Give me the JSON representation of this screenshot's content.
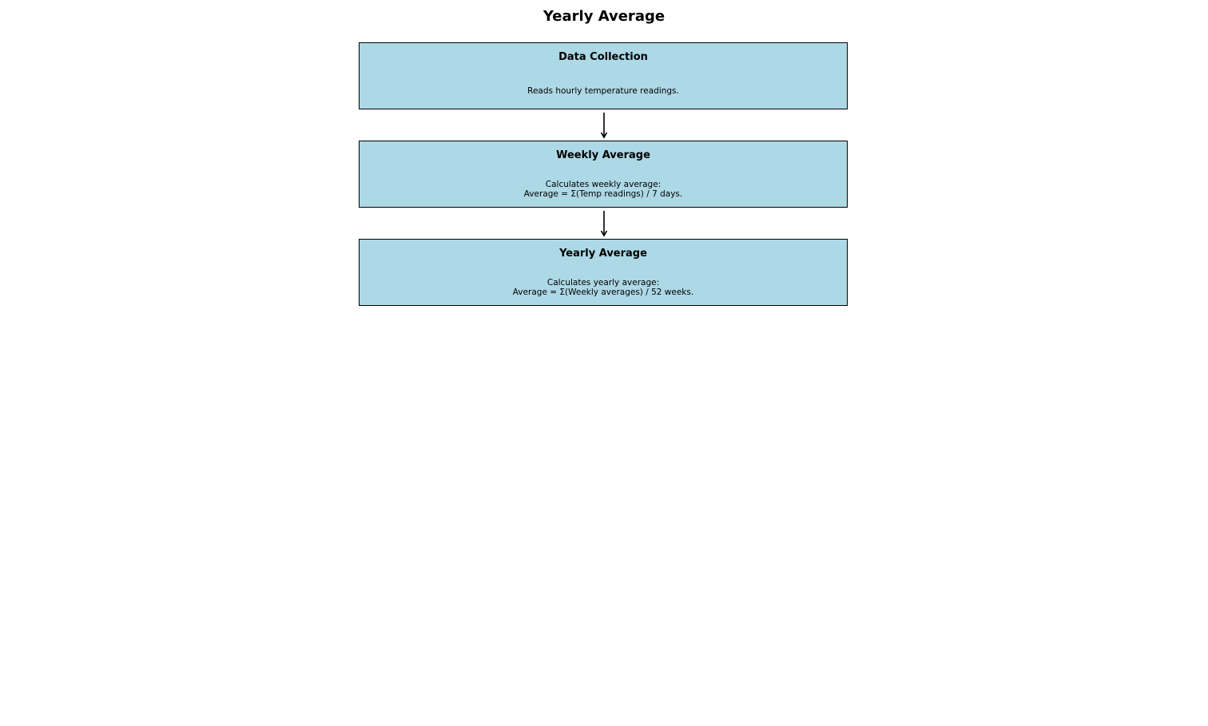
{
  "title": "Yearly Average",
  "colors": {
    "box_fill": "#add8e6",
    "box_border": "#000000",
    "arrow": "#000000"
  },
  "steps": [
    {
      "title": "Data Collection",
      "description": [
        "Reads hourly temperature readings."
      ]
    },
    {
      "title": "Weekly Average",
      "description": [
        "Calculates weekly average:",
        "Average = Σ(Temp readings) / 7 days."
      ]
    },
    {
      "title": "Yearly Average",
      "description": [
        "Calculates yearly average:",
        "Average = Σ(Weekly averages) / 52 weeks."
      ]
    }
  ]
}
